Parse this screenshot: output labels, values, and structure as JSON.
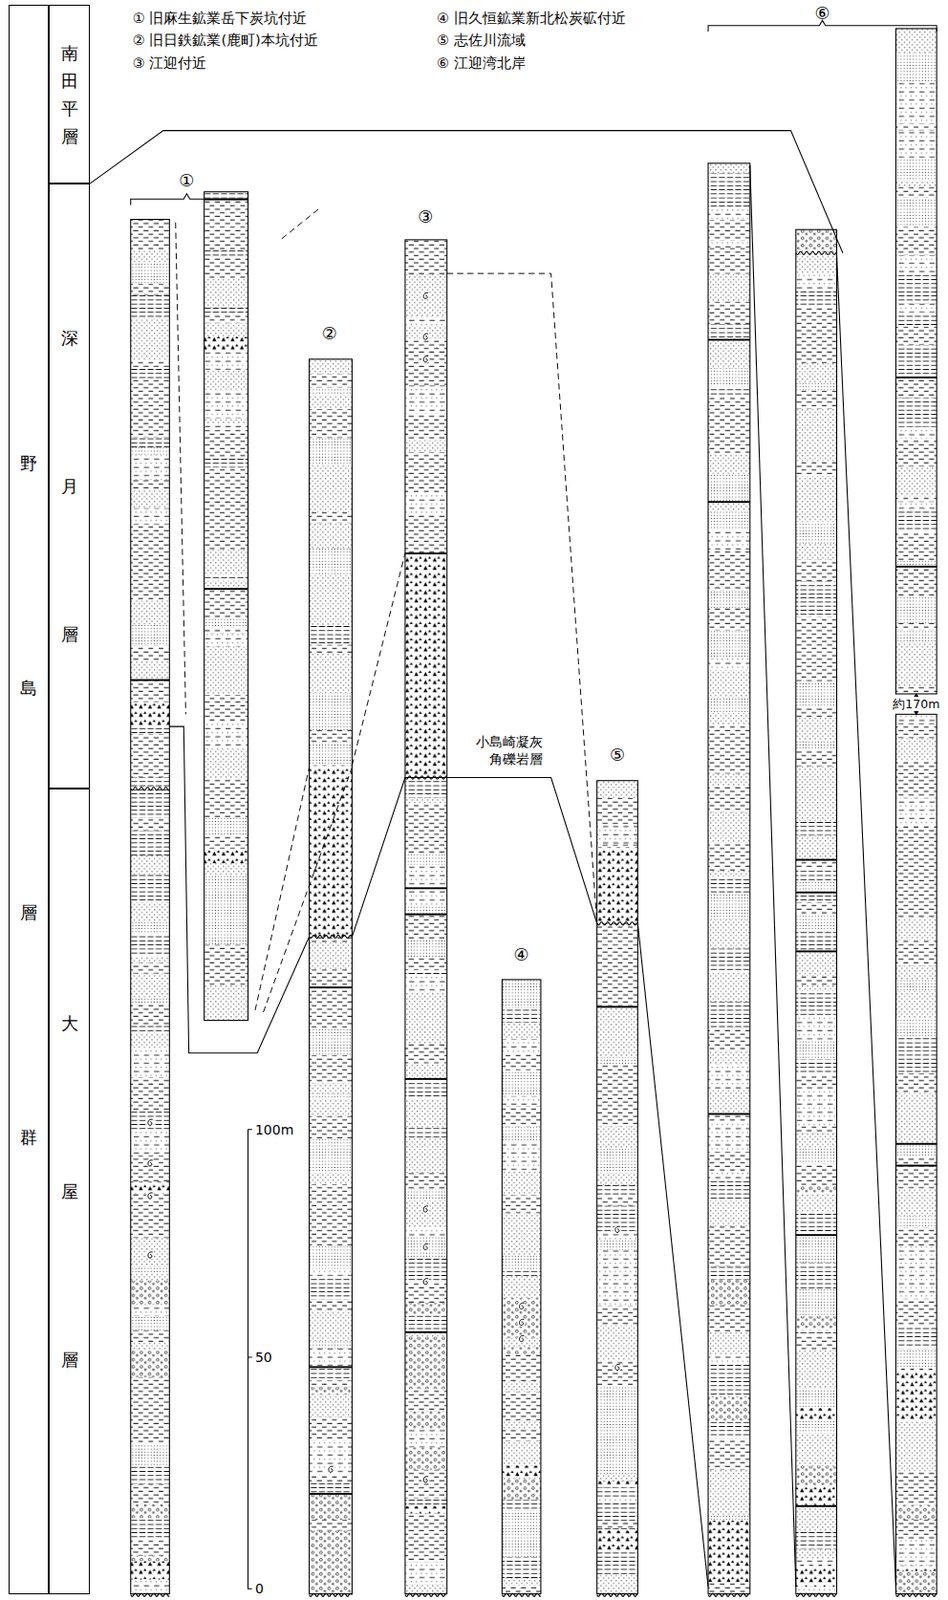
{
  "diagram": {
    "nodes": [
      {
        "text": [
          "野島層群"
        ]
      },
      {
        "text": [
          "南田平層"
        ]
      },
      {
        "text": [
          "深月層"
        ]
      },
      {
        "text": [
          "大屋層"
        ]
      }
    ],
    "labels": [
      "① 旧麻生鉱業岳下炭坑付近",
      "② 旧日鉄鉱業(鹿町)本坑付近",
      "③ 江迎付近",
      "④ 旧久恒鉱業新北松炭砿付近",
      "⑤ 志佐川流域",
      "⑥ 江迎湾北岸",
      "①",
      "②",
      "③",
      "④",
      "⑤",
      "⑥",
      "小島崎凝灰 角礫岩層",
      "100m",
      "50",
      "0",
      "約170m"
    ]
  }
}
